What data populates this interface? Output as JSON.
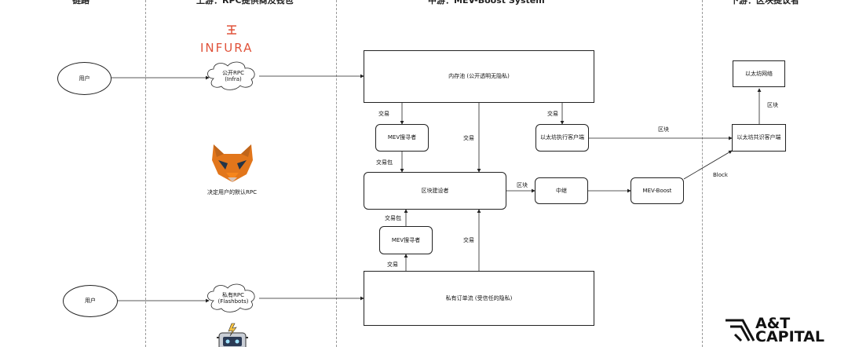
{
  "columns": {
    "c1": "链路",
    "c2": "上游：RPC提供商及钱包",
    "c3": "中游：MEV-Boost System",
    "c4": "下游：区块提议者"
  },
  "nodes": {
    "user_top": "用户",
    "user_bottom": "用户",
    "rpc_public": "公开RPC\n(Infra)",
    "rpc_private": "私有RPC\n(Flashbots)",
    "mempool": "内存池 (公开透明无隐私)",
    "searcher_top": "MEV搜寻者",
    "builder": "区块建设者",
    "searcher_bottom": "MEV搜寻者",
    "private_flow": "私有订单流 (受信任的隐私)",
    "exec_client": "以太坊执行客户端",
    "relay": "中继",
    "mevboost": "MEV-Boost",
    "consensus_client": "以太坊共识客户端",
    "eth_network": "以太坊网络"
  },
  "edge_labels": {
    "tx1": "交易",
    "tx2": "交易",
    "tx3": "交易",
    "bundle1": "交易包",
    "bundle2": "交易包",
    "tx4": "交易",
    "tx5": "交易",
    "block1": "区块",
    "block2": "区块",
    "block3": "区块",
    "block_en": "Block"
  },
  "captions": {
    "metamask": "决定用户的默认RPC"
  },
  "logos": {
    "infura": "INFURA",
    "at_capital_1": "A&T",
    "at_capital_2": "CAPITAL"
  },
  "icons": {
    "infura": "infura-logo-icon",
    "metamask": "metamask-fox-icon",
    "flashbots": "flashbots-robot-icon",
    "atcapital": "at-capital-logo-icon"
  },
  "colors": {
    "infura": "#e0523a",
    "fox_orange": "#e2761b",
    "fox_dark": "#c0651a"
  }
}
